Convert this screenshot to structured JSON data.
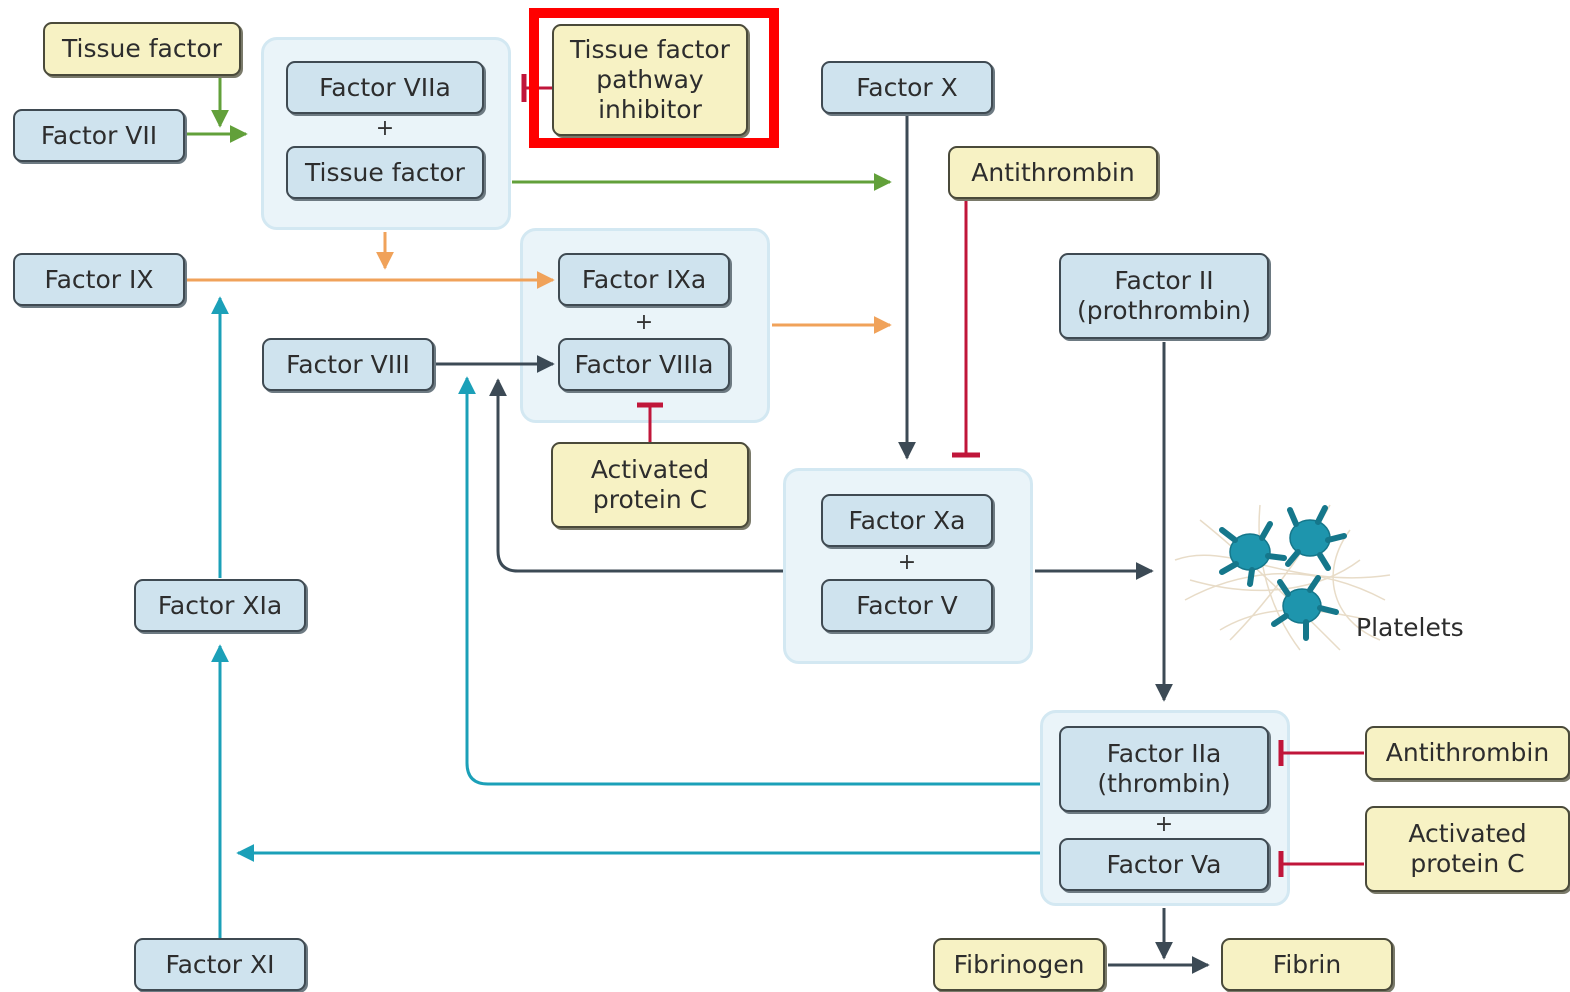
{
  "colors": {
    "green": "#62a03a",
    "orange": "#f0a25a",
    "dark": "#3c4a55",
    "teal": "#1ba0b8",
    "red": "#c0163a",
    "highlight": "#ff0000"
  },
  "nodes": {
    "tissue_factor_top": "Tissue factor",
    "factor_vii": "Factor VII",
    "factor_viia": "Factor VIIa",
    "tissue_factor_complex": "Tissue factor",
    "tfpi": "Tissue factor pathway inhibitor",
    "factor_x": "Factor X",
    "antithrombin_1": "Antithrombin",
    "factor_ix": "Factor IX",
    "factor_ixa": "Factor IXa",
    "factor_viii": "Factor VIII",
    "factor_viiia": "Factor VIIIa",
    "apc_1": "Activated protein C",
    "factor_ii": "Factor II (prothrombin)",
    "factor_xa": "Factor Xa",
    "factor_v": "Factor V",
    "factor_xia": "Factor XIa",
    "factor_iia": "Factor IIa (thrombin)",
    "factor_va": "Factor Va",
    "antithrombin_2": "Antithrombin",
    "apc_2": "Activated protein C",
    "factor_xi": "Factor XI",
    "fibrinogen": "Fibrinogen",
    "fibrin": "Fibrin"
  },
  "plus_sign": "+",
  "platelets_label": "Platelets",
  "icons": [
    "platelet-icon"
  ]
}
